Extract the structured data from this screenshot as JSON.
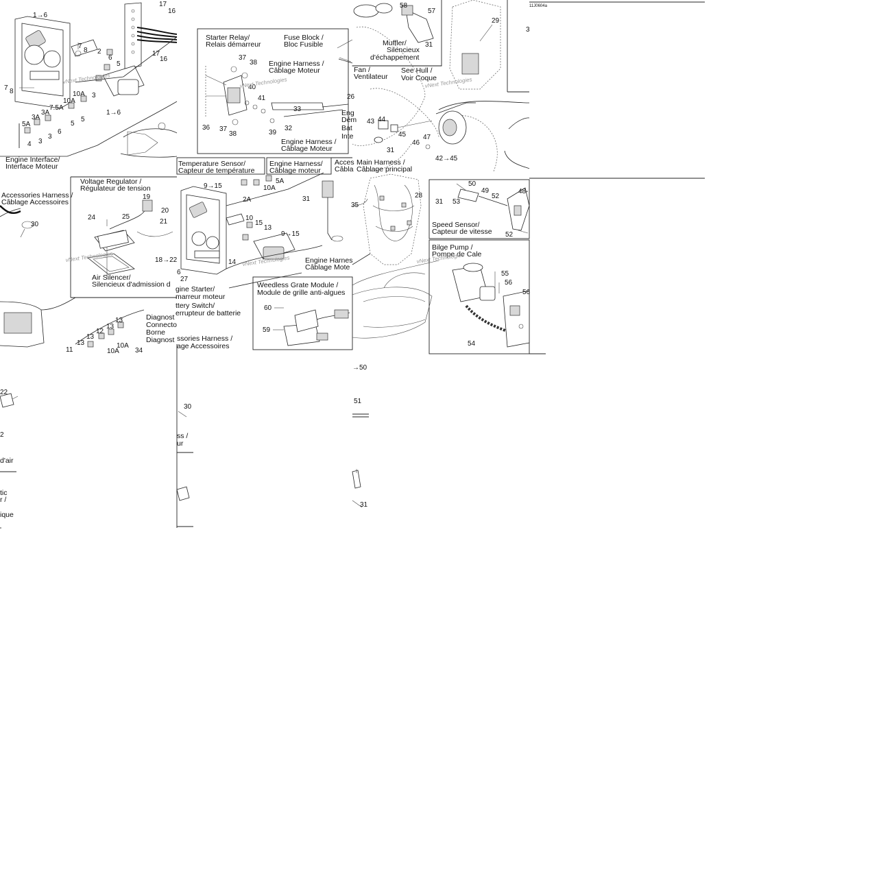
{
  "drawing_id": "11J0604a",
  "watermark": "vNext Technologies",
  "callouts": [
    {
      "text": "1→6"
    },
    {
      "text": "17"
    },
    {
      "text": "16"
    },
    {
      "text": "7"
    },
    {
      "text": "8"
    },
    {
      "text": "2"
    },
    {
      "text": "6"
    },
    {
      "text": "5"
    },
    {
      "text": "17"
    },
    {
      "text": "16"
    },
    {
      "text": "7"
    },
    {
      "text": "8"
    },
    {
      "text": "10A"
    },
    {
      "text": "3"
    },
    {
      "text": "10A"
    },
    {
      "text": "7.5A"
    },
    {
      "text": "3A"
    },
    {
      "text": "3A"
    },
    {
      "text": "5A"
    },
    {
      "text": "4"
    },
    {
      "text": "3"
    },
    {
      "text": "3"
    },
    {
      "text": "6"
    },
    {
      "text": "5"
    },
    {
      "text": "5"
    },
    {
      "text": "1→6"
    },
    {
      "text": "37"
    },
    {
      "text": "38"
    },
    {
      "text": "40"
    },
    {
      "text": "41"
    },
    {
      "text": "33"
    },
    {
      "text": "36"
    },
    {
      "text": "37"
    },
    {
      "text": "38"
    },
    {
      "text": "39"
    },
    {
      "text": "32"
    },
    {
      "text": "58"
    },
    {
      "text": "57"
    },
    {
      "text": "31"
    },
    {
      "text": "29"
    },
    {
      "text": "3"
    },
    {
      "text": "43"
    },
    {
      "text": "44"
    },
    {
      "text": "45"
    },
    {
      "text": "31"
    },
    {
      "text": "46"
    },
    {
      "text": "47"
    },
    {
      "text": "42→45"
    },
    {
      "text": "19"
    },
    {
      "text": "24"
    },
    {
      "text": "25"
    },
    {
      "text": "20"
    },
    {
      "text": "21"
    },
    {
      "text": "18→22"
    },
    {
      "text": "30"
    },
    {
      "text": "9→15"
    },
    {
      "text": "10A"
    },
    {
      "text": "2A"
    },
    {
      "text": "10"
    },
    {
      "text": "15"
    },
    {
      "text": "13"
    },
    {
      "text": "9→15"
    },
    {
      "text": "14"
    },
    {
      "text": "6"
    },
    {
      "text": "27"
    },
    {
      "text": "5A"
    },
    {
      "text": "31"
    },
    {
      "text": "35"
    },
    {
      "text": "28"
    },
    {
      "text": "31"
    },
    {
      "text": "53"
    },
    {
      "text": "50"
    },
    {
      "text": "49"
    },
    {
      "text": "52"
    },
    {
      "text": "48-"
    },
    {
      "text": "52"
    },
    {
      "text": "55"
    },
    {
      "text": "56"
    },
    {
      "text": "56"
    },
    {
      "text": "54"
    },
    {
      "text": "60"
    },
    {
      "text": "59"
    },
    {
      "text": "13"
    },
    {
      "text": "13"
    },
    {
      "text": "12"
    },
    {
      "text": "13"
    },
    {
      "text": "13"
    },
    {
      "text": "10A"
    },
    {
      "text": "11"
    },
    {
      "text": "10A"
    },
    {
      "text": "34"
    },
    {
      "text": "22"
    },
    {
      "text": "2"
    },
    {
      "text": "30"
    },
    {
      "text": "→50"
    },
    {
      "text": "51"
    },
    {
      "text": "31"
    },
    {
      "text": "26"
    }
  ],
  "captions": [
    {
      "text": "Starter Relay/"
    },
    {
      "text": "Relais démarreur"
    },
    {
      "text": "Fuse Block /"
    },
    {
      "text": "Bloc Fusible"
    },
    {
      "text": "Engine Harness /"
    },
    {
      "text": "Câblage Moteur"
    },
    {
      "text": "Muffler/"
    },
    {
      "text": "Silencieux"
    },
    {
      "text": "d'échappement"
    },
    {
      "text": "Fan /"
    },
    {
      "text": "Ventilateur"
    },
    {
      "text": "See Hull /"
    },
    {
      "text": "Voir Coque"
    },
    {
      "text": "Eng"
    },
    {
      "text": "Dém"
    },
    {
      "text": "Bat"
    },
    {
      "text": "Inte"
    },
    {
      "text": "Engine Harness /"
    },
    {
      "text": "Câblage Moteur"
    },
    {
      "text": "Engine Interface/"
    },
    {
      "text": "Interface Moteur"
    },
    {
      "text": "Temperature Sensor/"
    },
    {
      "text": "Capteur de température"
    },
    {
      "text": "Engine Harness/"
    },
    {
      "text": "Câblage moteur"
    },
    {
      "text": "Acces"
    },
    {
      "text": "Câbla"
    },
    {
      "text": "Main Harness /"
    },
    {
      "text": "Câblage principal"
    },
    {
      "text": "Voltage Regulator /"
    },
    {
      "text": "Régulateur de tension"
    },
    {
      "text": "Accessories Harness /"
    },
    {
      "text": "Câblage Accessoires"
    },
    {
      "text": "Speed Sensor/"
    },
    {
      "text": "Capteur de vitesse"
    },
    {
      "text": "Bilge Pump /"
    },
    {
      "text": "Pompe de Cale"
    },
    {
      "text": "Air Silencer/"
    },
    {
      "text": "Silencieux d'admission d"
    },
    {
      "text": "Engine Harnes"
    },
    {
      "text": "Câblage Mote"
    },
    {
      "text": "gine Starter/"
    },
    {
      "text": "marreur moteur"
    },
    {
      "text": "ttery Switch/"
    },
    {
      "text": "errupteur de batterie"
    },
    {
      "text": "Weedless Grate Module /"
    },
    {
      "text": "Module de grille anti-algues"
    },
    {
      "text": "Diagnost"
    },
    {
      "text": "Connecto"
    },
    {
      "text": "Borne"
    },
    {
      "text": "Diagnost"
    },
    {
      "text": "ssories Harness /"
    },
    {
      "text": "age Accessoires"
    },
    {
      "text": "ss /"
    },
    {
      "text": "ur"
    },
    {
      "text": "d'air"
    },
    {
      "text": "tic"
    },
    {
      "text": "r /"
    },
    {
      "text": "ique"
    }
  ]
}
